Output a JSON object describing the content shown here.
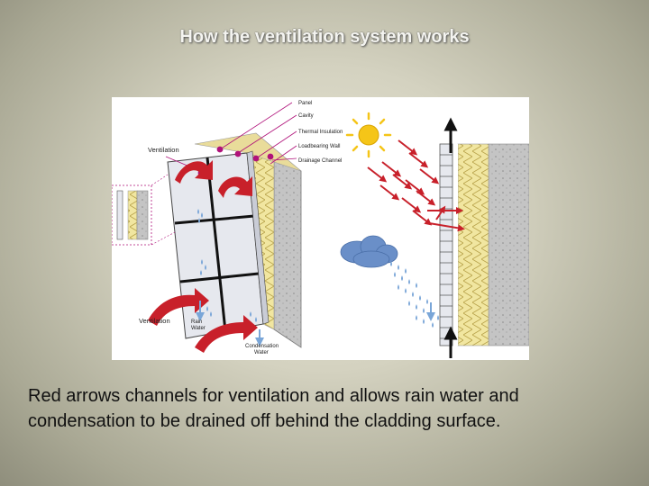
{
  "slide": {
    "title": "How the ventilation system works",
    "caption": "Red arrows channels for ventilation and allows rain water and condensation to be drained off behind the cladding surface."
  },
  "diagram": {
    "callouts": [
      "Panel",
      "Cavity",
      "Thermal Insulation",
      "Loadbearing Wall",
      "Drainage Channel"
    ],
    "ventilation_top": "Ventilation",
    "ventilation_bottom": "Ventilation",
    "rain_water_1": "Rain",
    "rain_water_2": "Water",
    "condensation_1": "Condensation",
    "condensation_2": "Water"
  },
  "colors": {
    "arrow_red": "#c8202a",
    "callout_magenta": "#b0127a",
    "insulation_yellow": "#f1e6a0",
    "sun": "#f5c518",
    "cloud": "#6a8fc8",
    "drops": "#7aa6d8",
    "concrete": "#bdbdbd"
  },
  "icons": [
    "sun-icon",
    "cloud-icon",
    "rain-drops-icon",
    "ventilation-arrow-icon"
  ]
}
